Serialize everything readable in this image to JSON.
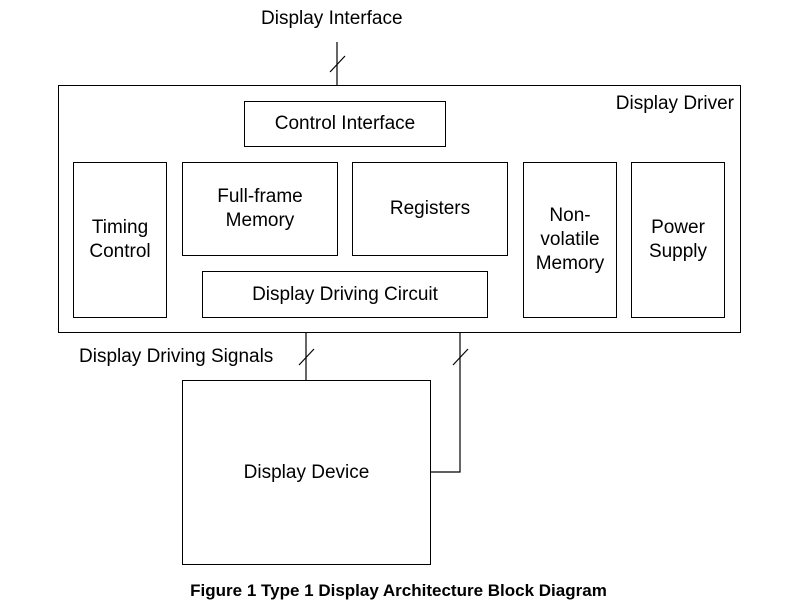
{
  "diagram": {
    "top_interface_label": "Display Interface",
    "driver_label": "Display Driver",
    "blocks": {
      "control_interface": "Control Interface",
      "timing_control": "Timing\nControl",
      "full_frame_memory": "Full-frame\nMemory",
      "registers": "Registers",
      "non_volatile_memory": "Non-\nvolatile\nMemory",
      "power_supply": "Power\nSupply",
      "display_driving_circuit": "Display Driving Circuit",
      "display_device": "Display Device"
    },
    "signals_label": "Display Driving Signals"
  },
  "caption": "Figure 1 Type 1 Display Architecture Block Diagram"
}
